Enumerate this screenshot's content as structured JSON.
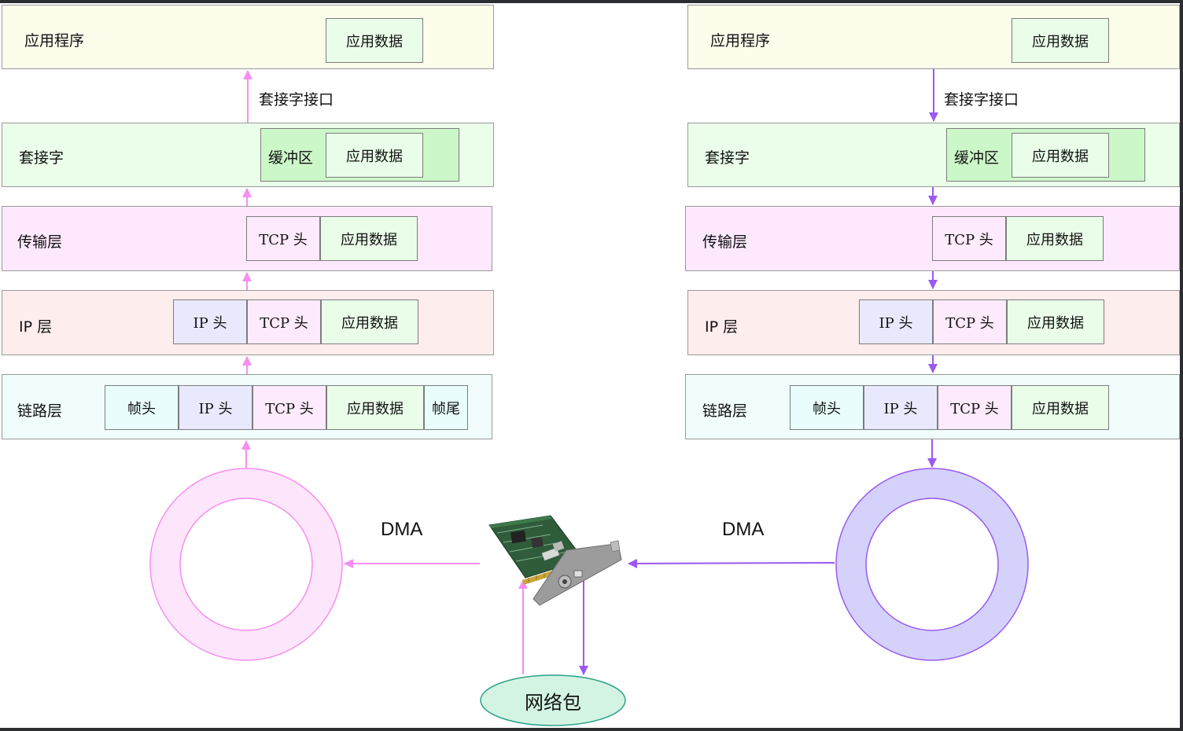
{
  "colors": {
    "app": "#fdfdec",
    "socket": "#eafeea",
    "transport": "#fde8fd",
    "ip": "#fdeded",
    "link": "#f1fdfd",
    "app_data": "#eafde9",
    "tcp_head": "#fdeafc",
    "ip_head": "#e9e9fd",
    "frame": "#e9fdfc",
    "buffer": "#ccf7c8",
    "pink": "#f78ef0",
    "purple": "#9b59f2",
    "ring_pink_fill": "#fde6fb",
    "ring_purple_fill": "#d4d2fa",
    "packet_fill": "#d3f4e2",
    "packet_stroke": "#2aa189"
  },
  "left": {
    "app_layer": {
      "label": "应用程序",
      "data": "应用数据"
    },
    "socket_interface": "套接字接口",
    "socket_layer": {
      "label": "套接字",
      "buffer": "缓冲区",
      "data": "应用数据"
    },
    "transport_layer": {
      "label": "传输层",
      "tcp_head": "TCP 头",
      "data": "应用数据"
    },
    "ip_layer": {
      "label": "IP 层",
      "ip_head": "IP 头",
      "tcp_head": "TCP 头",
      "data": "应用数据"
    },
    "link_layer": {
      "label": "链路层",
      "frame_head": "帧头",
      "ip_head": "IP 头",
      "tcp_head": "TCP 头",
      "data": "应用数据",
      "frame_tail": "帧尾"
    },
    "dma": "DMA"
  },
  "right": {
    "app_layer": {
      "label": "应用程序",
      "data": "应用数据"
    },
    "socket_interface": "套接字接口",
    "socket_layer": {
      "label": "套接字",
      "buffer": "缓冲区",
      "data": "应用数据"
    },
    "transport_layer": {
      "label": "传输层",
      "tcp_head": "TCP 头",
      "data": "应用数据"
    },
    "ip_layer": {
      "label": "IP 层",
      "ip_head": "IP 头",
      "tcp_head": "TCP 头",
      "data": "应用数据"
    },
    "link_layer": {
      "label": "链路层",
      "frame_head": "帧头",
      "ip_head": "IP 头",
      "tcp_head": "TCP 头",
      "data": "应用数据"
    },
    "dma": "DMA"
  },
  "network_packet": "网络包",
  "icons": {
    "nic": "network-card-icon"
  }
}
